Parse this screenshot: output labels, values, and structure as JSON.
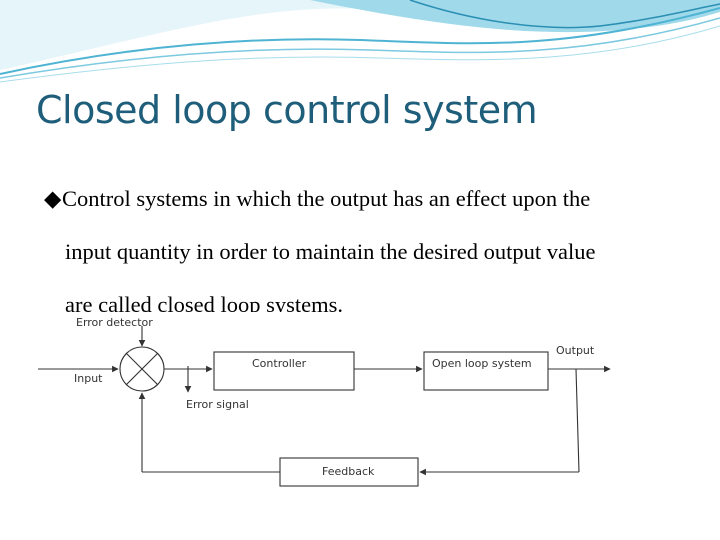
{
  "slide": {
    "title": "Closed loop control system",
    "bullet_glyph": "◆",
    "paragraph_lines": [
      "Control systems in which the output has an effect upon the",
      "input quantity in order to maintain the desired output value",
      "are called closed loop systems."
    ],
    "colors": {
      "title": "#1f5e7a",
      "wave_light": "#bfe6f2",
      "wave_mid": "#6fc7e0",
      "wave_dark": "#2a8fb3"
    }
  },
  "diagram": {
    "labels": {
      "error_detector": "Error detector",
      "input": "Input",
      "error_signal": "Error signal",
      "controller": "Controller",
      "open_loop_system": "Open loop system",
      "output": "Output",
      "feedback": "Feedback"
    }
  }
}
